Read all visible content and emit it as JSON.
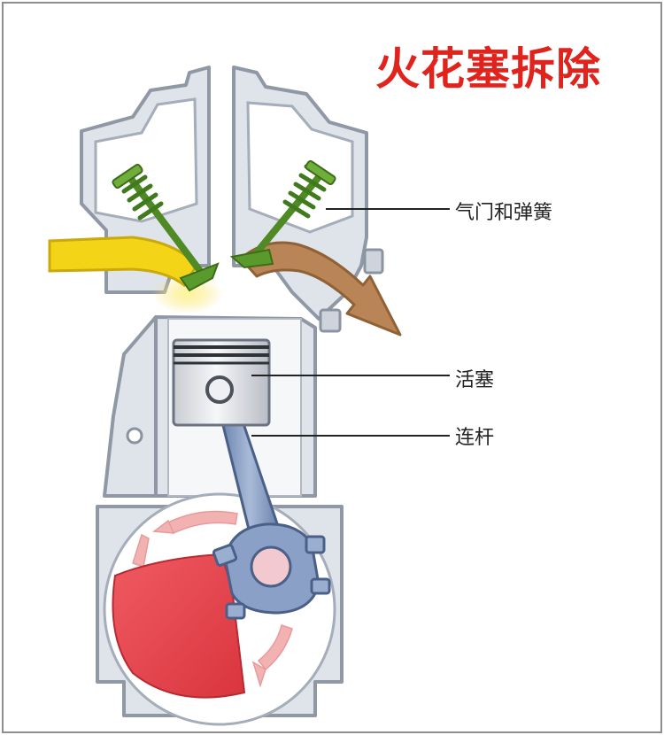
{
  "title": "火花塞拆除",
  "labels": {
    "valve_spring": "气门和弹簧",
    "piston": "活塞",
    "connecting_rod": "连杆"
  },
  "colors": {
    "title": "#e0241d",
    "engine_body": "#dfe3ea",
    "outline": "#9098a6",
    "intake_flow": "#f4d417",
    "exhaust_flow": "#b98557",
    "valve_spring": "#5a9a2c",
    "crank_weight": "#e84048",
    "rotation_arrows": "#f3b2b2",
    "piston": "#e4e6ea",
    "connecting_rod": "#7d93b8"
  }
}
